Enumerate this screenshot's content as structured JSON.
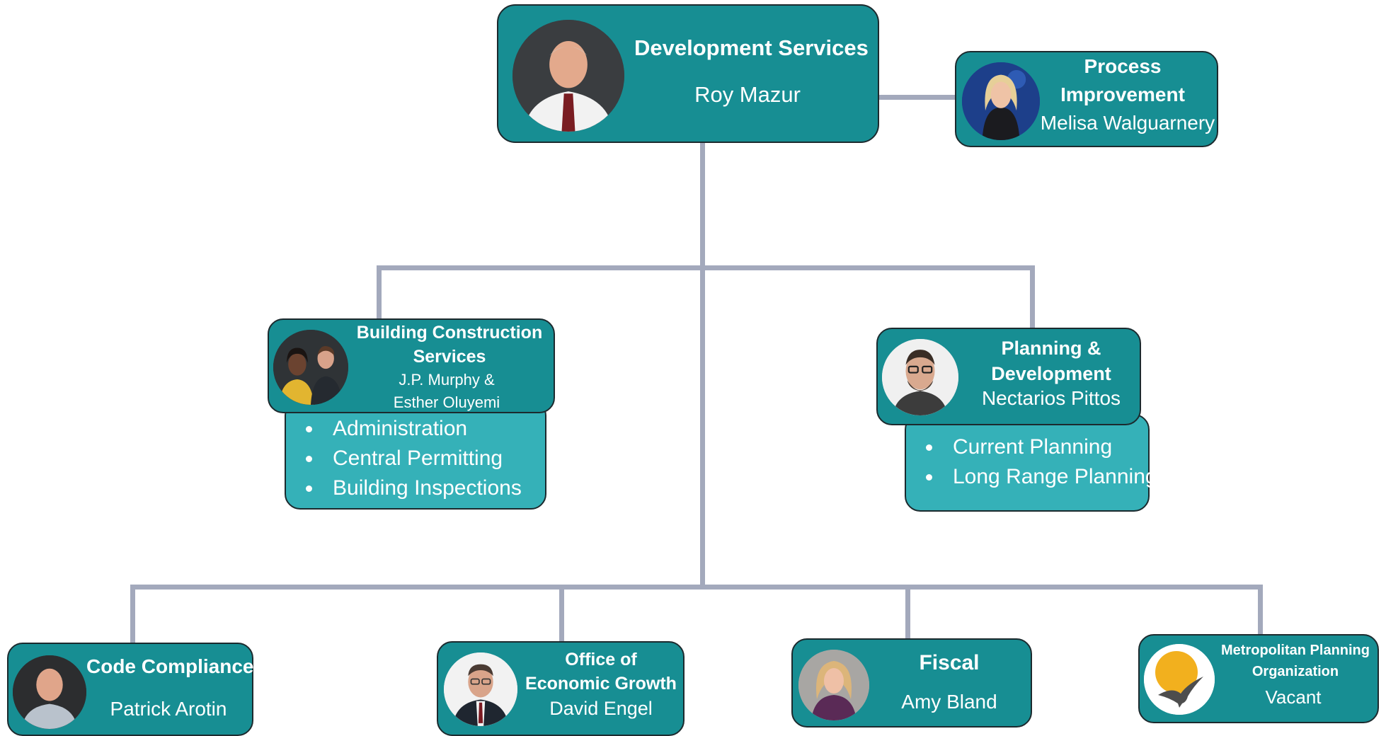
{
  "director": {
    "title": "Development Services",
    "name": "Roy Mazur"
  },
  "process": {
    "title_line1": "Process",
    "title_line2": "Improvement",
    "name": "Melisa Walguarnery"
  },
  "building": {
    "title_line1": "Building Construction",
    "title_line2": "Services",
    "name_line1": "J.P. Murphy &",
    "name_line2": "Esther Oluyemi",
    "items": [
      "Administration",
      "Central Permitting",
      "Building Inspections"
    ]
  },
  "planning": {
    "title_line1": "Planning &",
    "title_line2": "Development",
    "name": "Nectarios Pittos",
    "items": [
      "Current Planning",
      "Long Range Planning"
    ]
  },
  "code": {
    "title": "Code Compliance",
    "name": "Patrick Arotin"
  },
  "economic": {
    "title_line1": "Office of",
    "title_line2": "Economic Growth",
    "name": "David Engel"
  },
  "fiscal": {
    "title": "Fiscal",
    "name": "Amy Bland"
  },
  "mpo": {
    "title_line1": "Metropolitan Planning",
    "title_line2": "Organization",
    "name": "Vacant"
  },
  "colors": {
    "box_fill": "#178e93",
    "sub_fill": "#35b1b8",
    "border": "#1c2a2e",
    "connector": "#a3a9bc"
  }
}
